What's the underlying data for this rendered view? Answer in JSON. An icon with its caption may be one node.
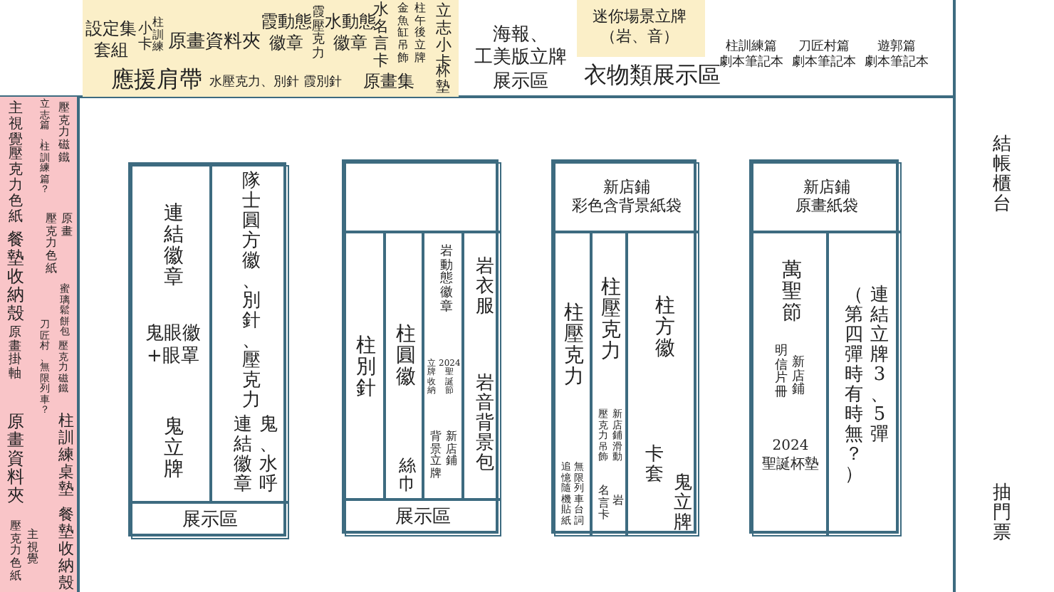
{
  "diagram": {
    "nodes": [
      {
        "text": [
          "設定集套組",
          "小卡",
          "柱訓練",
          "原畫資料夾",
          "霞動態徽章",
          "霞壓克力",
          "水動態徽章",
          "水名言卡",
          "金魚缸吊飾",
          "柱午後立牌",
          "立志小卡",
          "應援肩帶",
          "水壓克力、別針",
          "霞別針",
          "原畫集",
          "杯墊"
        ]
      },
      {
        "text": [
          "迷你場景立牌（岩、音）"
        ],
        "beside": [
          "衣物類展示區"
        ]
      },
      {
        "text": [
          "主視覺壓克力色紙",
          "立志篇、柱訓練篇？",
          "壓克力磁鐵",
          "壓克力色紙",
          "原畫",
          "餐墊收納殼",
          "蜜璃鬆餅包",
          "原畫掛軸",
          "壓克力磁鐵",
          "刀匠村、無限列車？",
          "柱訓練桌墊",
          "原畫資料夾",
          "餐墊收納殼",
          "壓克力色紙",
          "主視覺"
        ]
      },
      {
        "text": [],
        "shape": "box"
      },
      {
        "text": [
          "連結徽章",
          "鬼眼徽+眼罩",
          "鬼立牌"
        ],
        "in": 3
      },
      {
        "text": [
          "隊士圓方徽、別針、壓克力",
          "連結徽章",
          "鬼、水呼"
        ],
        "in": 3
      },
      {
        "text": [
          "展示區"
        ],
        "in": 3
      },
      {
        "text": [],
        "shape": "box"
      },
      {
        "text": [],
        "shape": "box",
        "in": 7
      },
      {
        "text": [
          "柱別針"
        ],
        "in": 7
      },
      {
        "text": [
          "柱圓徽",
          "絲巾"
        ],
        "in": 7
      },
      {
        "text": [
          "岩動態徽章",
          "立牌收納",
          "2024聖誕節",
          "背景立牌",
          "新店鋪"
        ],
        "in": 7
      },
      {
        "text": [
          "岩衣服",
          "岩音背景包"
        ],
        "in": 7
      },
      {
        "text": [
          "展示區"
        ],
        "in": 7
      },
      {
        "text": [],
        "shape": "box"
      },
      {
        "text": [
          "新店鋪彩色含背景紙袋"
        ],
        "in": 14
      },
      {
        "text": [
          "柱壓克力",
          "追憶隨機貼紙",
          "無限列車台詞"
        ],
        "in": 14
      },
      {
        "text": [
          "柱壓克力",
          "壓克力吊飾",
          "新店鋪滑動",
          "名言卡",
          "岩"
        ],
        "in": 14
      },
      {
        "text": [
          "柱方徽",
          "卡套",
          "鬼立牌"
        ],
        "in": 14
      },
      {
        "text": [],
        "shape": "box"
      },
      {
        "text": [
          "新店鋪原畫紙袋"
        ],
        "in": 19
      },
      {
        "text": [
          "萬聖節",
          "明信片冊",
          "新店鋪",
          "2024聖誕杯墊"
        ],
        "in": 19
      },
      {
        "text": [
          "（第四彈時有時無？）",
          "連結立牌3、5彈"
        ],
        "in": 19
      }
    ],
    "labels": [
      "海報、工美版立牌展示區",
      "柱訓練篇劇本筆記本",
      "刀匠村篇劇本筆記本",
      "遊郭篇劇本筆記本",
      "結帳櫃台",
      "抽門票"
    ]
  }
}
